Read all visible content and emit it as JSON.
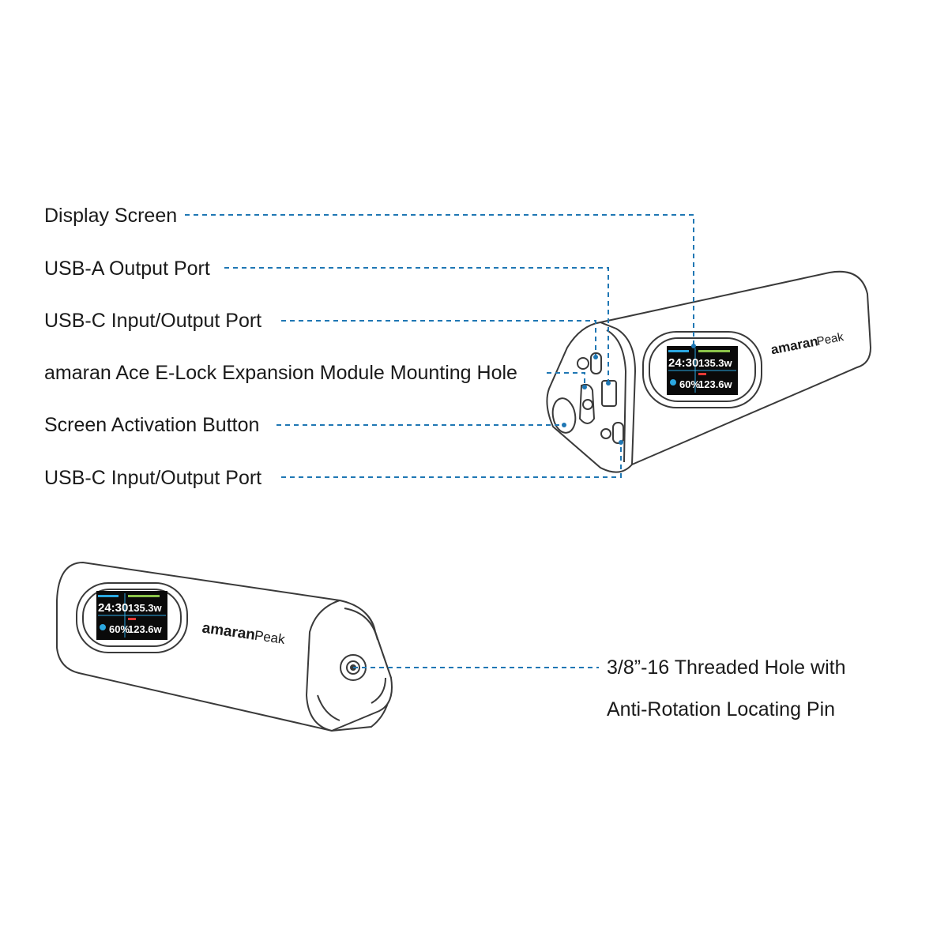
{
  "callouts": {
    "display_screen": "Display Screen",
    "usb_a_output": "USB-A Output Port",
    "usb_c_io_1": "USB-C Input/Output Port",
    "mounting_hole": "amaran Ace E-Lock Expansion Module Mounting Hole",
    "activation_button": "Screen Activation Button",
    "usb_c_io_2": "USB-C Input/Output Port",
    "threaded_hole_line1": "3/8”-16 Threaded Hole with",
    "threaded_hole_line2": "Anti-Rotation Locating Pin"
  },
  "brand": {
    "logo_main": "amaran",
    "logo_sub": "Peak"
  },
  "screen_readout": {
    "time": "24:30",
    "power_top": "135.3",
    "power_top_unit": "w",
    "battery": "60",
    "battery_unit": "%",
    "power_bottom": "123.6",
    "power_bottom_unit": "w"
  },
  "colors": {
    "leader_line": "#1f77b4",
    "text": "#1a1a1a",
    "outline": "#3a3a3a",
    "screen_bg": "#0a0a0a",
    "screen_cyan": "#2ba7e0",
    "screen_green": "#8bc34a",
    "screen_red": "#e53935"
  }
}
